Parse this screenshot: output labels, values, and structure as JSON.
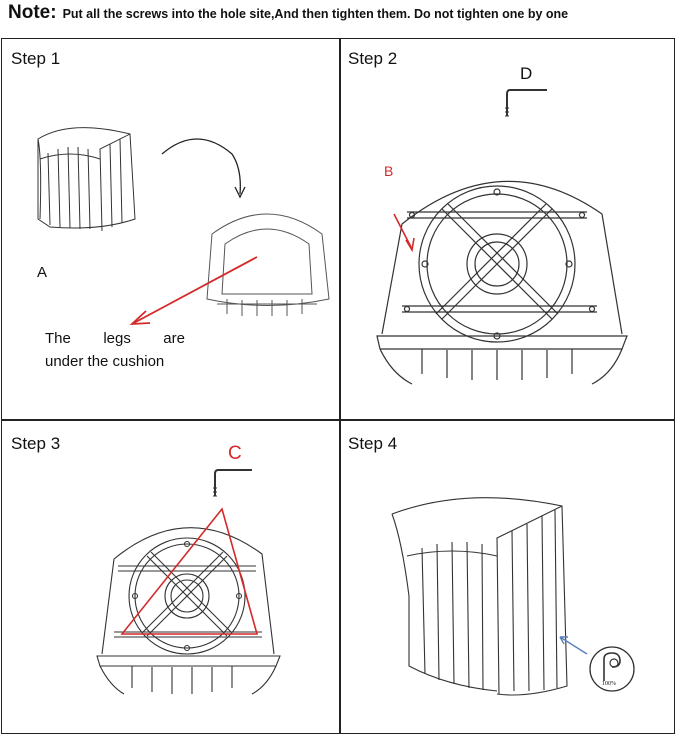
{
  "note": {
    "label": "Note:",
    "text": "Put all the screws into the hole site,And then tighten them. Do not tighten one by one"
  },
  "steps": [
    {
      "title": "Step 1",
      "label_a": "A",
      "caption_line1": [
        "The",
        "legs",
        "are"
      ],
      "caption_line2": "under the cushion"
    },
    {
      "title": "Step 2",
      "label_b": "B",
      "label_d": "D"
    },
    {
      "title": "Step 3",
      "label_c": "C"
    },
    {
      "title": "Step 4",
      "badge_text": "100%"
    }
  ],
  "colors": {
    "accent_red": "#d42a2a",
    "arrow_blue": "#5a7fbd",
    "line": "#333333"
  }
}
